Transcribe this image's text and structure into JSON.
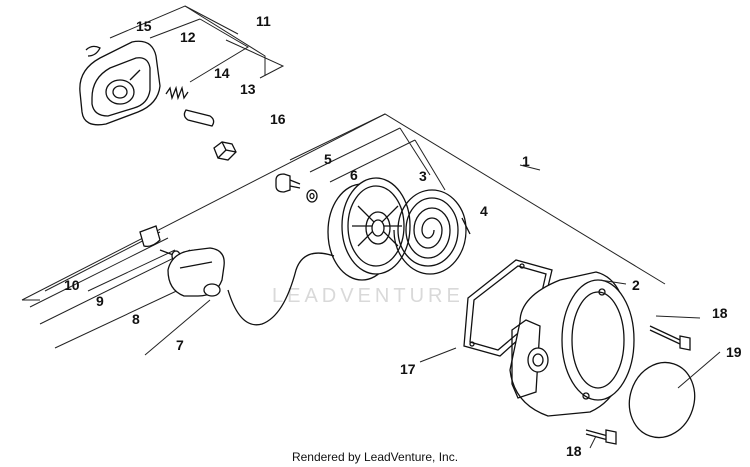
{
  "diagram": {
    "watermark": "LEADVENTURE",
    "credit": "Rendered by LeadVenture, Inc.",
    "callouts": [
      {
        "id": "c1",
        "label": "1"
      },
      {
        "id": "c2",
        "label": "2"
      },
      {
        "id": "c3",
        "label": "3"
      },
      {
        "id": "c4",
        "label": "4"
      },
      {
        "id": "c5",
        "label": "5"
      },
      {
        "id": "c6",
        "label": "6"
      },
      {
        "id": "c7",
        "label": "7"
      },
      {
        "id": "c8",
        "label": "8"
      },
      {
        "id": "c9",
        "label": "9"
      },
      {
        "id": "c10",
        "label": "10"
      },
      {
        "id": "c11",
        "label": "11"
      },
      {
        "id": "c12",
        "label": "12"
      },
      {
        "id": "c13",
        "label": "13"
      },
      {
        "id": "c14",
        "label": "14"
      },
      {
        "id": "c15",
        "label": "15"
      },
      {
        "id": "c16",
        "label": "16"
      },
      {
        "id": "c17",
        "label": "17"
      },
      {
        "id": "c18a",
        "label": "18"
      },
      {
        "id": "c18b",
        "label": "18"
      },
      {
        "id": "c19",
        "label": "19"
      }
    ]
  }
}
